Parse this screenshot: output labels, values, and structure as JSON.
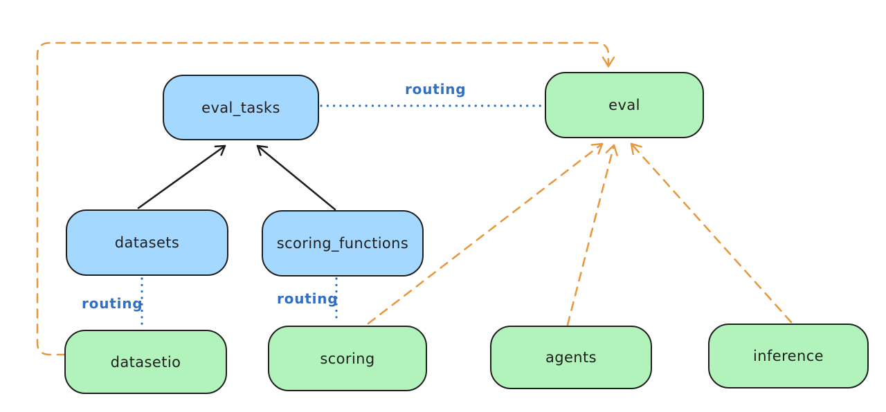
{
  "diagram": {
    "type": "architecture-diagram",
    "colors": {
      "background": "#ffffff",
      "blue_fill": "#a5d8ff",
      "green_fill": "#b2f2bb",
      "stroke": "#1e1e1e",
      "routing_blue": "#2f70c4",
      "orange": "#e8983e"
    },
    "nodes": [
      {
        "id": "eval_tasks",
        "label": "eval_tasks",
        "kind": "api-blue"
      },
      {
        "id": "eval",
        "label": "eval",
        "kind": "provider-green"
      },
      {
        "id": "datasets",
        "label": "datasets",
        "kind": "api-blue"
      },
      {
        "id": "scoring_functions",
        "label": "scoring_functions",
        "kind": "api-blue"
      },
      {
        "id": "datasetio",
        "label": "datasetio",
        "kind": "provider-green"
      },
      {
        "id": "scoring",
        "label": "scoring",
        "kind": "provider-green"
      },
      {
        "id": "agents",
        "label": "agents",
        "kind": "provider-green"
      },
      {
        "id": "inference",
        "label": "inference",
        "kind": "provider-green"
      }
    ],
    "edge_labels": [
      {
        "id": "routing-top",
        "text": "routing"
      },
      {
        "id": "routing-left",
        "text": "routing"
      },
      {
        "id": "routing-middle",
        "text": "routing"
      }
    ],
    "edges": [
      {
        "from": "datasets",
        "to": "eval_tasks",
        "style": "solid-arrow",
        "color": "black"
      },
      {
        "from": "scoring_functions",
        "to": "eval_tasks",
        "style": "solid-arrow",
        "color": "black"
      },
      {
        "from": "eval_tasks",
        "to": "eval",
        "style": "dotted-line",
        "color": "blue",
        "label": "routing"
      },
      {
        "from": "datasets",
        "to": "datasetio",
        "style": "dotted-line",
        "color": "blue",
        "label": "routing"
      },
      {
        "from": "scoring_functions",
        "to": "scoring",
        "style": "dotted-line",
        "color": "blue",
        "label": "routing"
      },
      {
        "from": "datasetio",
        "to": "eval",
        "style": "dashed-arrow",
        "color": "orange"
      },
      {
        "from": "scoring",
        "to": "eval",
        "style": "dashed-arrow",
        "color": "orange"
      },
      {
        "from": "agents",
        "to": "eval",
        "style": "dashed-arrow",
        "color": "orange"
      },
      {
        "from": "inference",
        "to": "eval",
        "style": "dashed-arrow",
        "color": "orange"
      }
    ]
  }
}
